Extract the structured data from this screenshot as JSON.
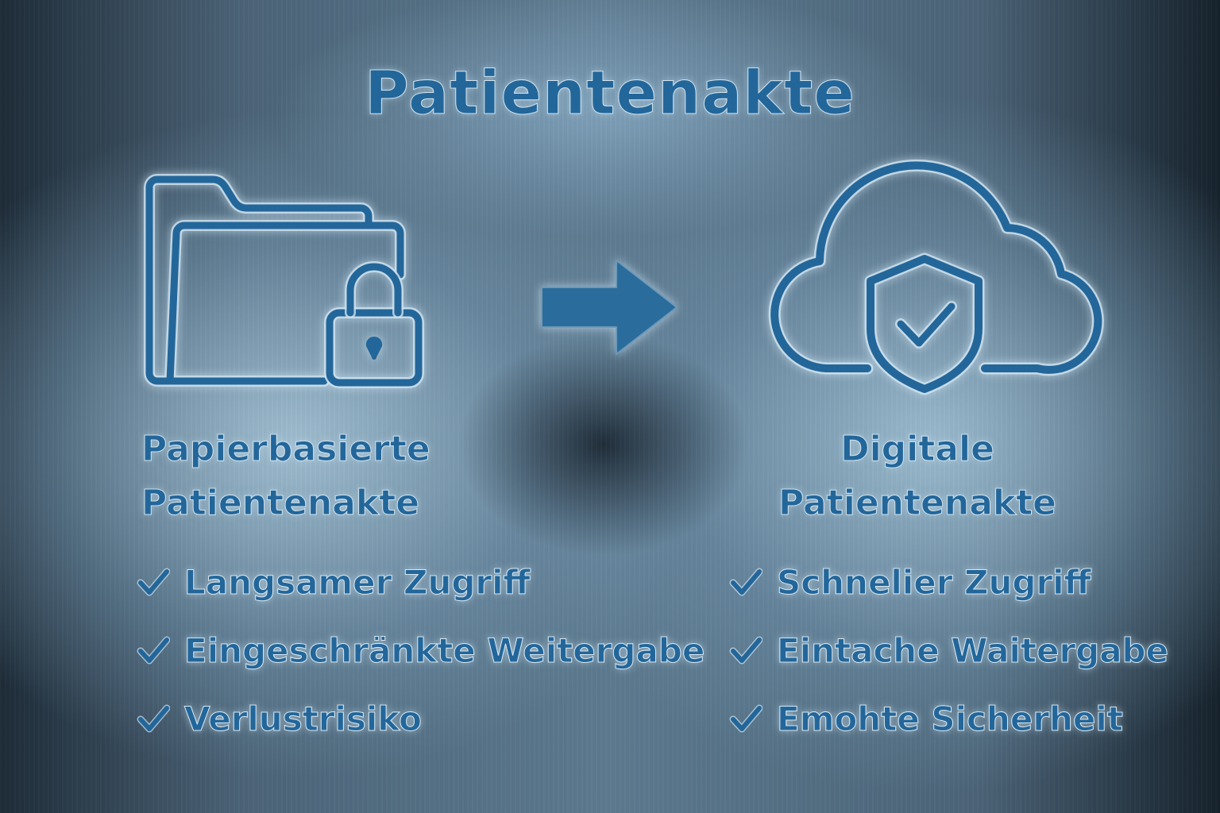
{
  "title": "Patientenakte",
  "colors": {
    "primary_blue": "#23669a",
    "outline_light": "#cfe3ef",
    "background_dark": "#1c2a36",
    "background_light": "#a5c3d6"
  },
  "left": {
    "icon": "folder-lock-icon",
    "heading_line1": "Papierbasierte",
    "heading_line2": "Patientenakte",
    "items": [
      {
        "icon": "check-icon",
        "label": "Langsamer Zugriff"
      },
      {
        "icon": "check-icon",
        "label": "Eingeschränkte Weitergabe"
      },
      {
        "icon": "check-icon",
        "label": "Verlustrisiko"
      }
    ]
  },
  "arrow": {
    "icon": "arrow-right-icon"
  },
  "right": {
    "icon": "cloud-shield-check-icon",
    "heading_line1": "Digitale",
    "heading_line2": "Patientenakte",
    "items": [
      {
        "icon": "check-icon",
        "label": "Schnelier Zugriff"
      },
      {
        "icon": "check-icon",
        "label": "Eintache Waitergabe"
      },
      {
        "icon": "check-icon",
        "label": "Emohte Sicherheit"
      }
    ]
  }
}
